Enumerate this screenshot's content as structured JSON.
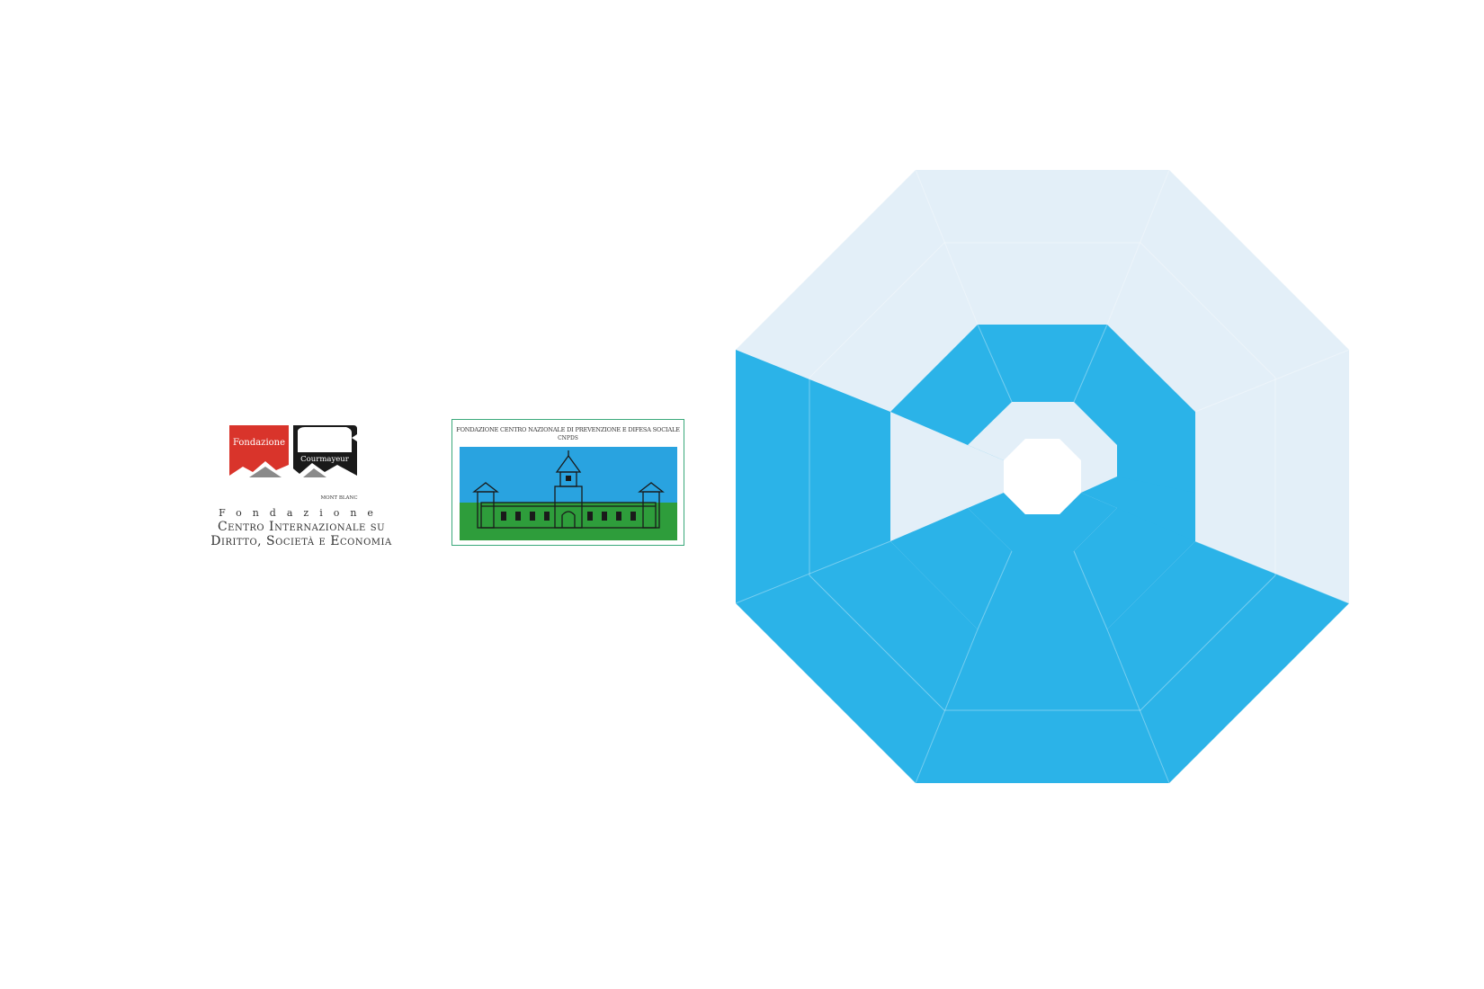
{
  "logos": {
    "courmayeur": {
      "badge_left": "Fondazione",
      "badge_right": "Courmayeur",
      "subbadge": "MONT BLANC",
      "line1": "Fondazione",
      "line2": "Centro Internazionale su",
      "line3": "Diritto, Società e Economia"
    },
    "cnpds": {
      "line1": "FONDAZIONE CENTRO NAZIONALE DI PREVENZIONE E DIFESA SOCIALE",
      "line2": "CNPDS"
    }
  },
  "colors": {
    "courmayeur_red": "#d9342b",
    "courmayeur_black": "#1a1a1a",
    "cnpds_sky": "#29a3e0",
    "cnpds_grass": "#2e9d3b",
    "cnpds_border": "#3aa87a",
    "octagon_blue": "#2bb3e8",
    "octagon_light": "#e3eff8"
  }
}
